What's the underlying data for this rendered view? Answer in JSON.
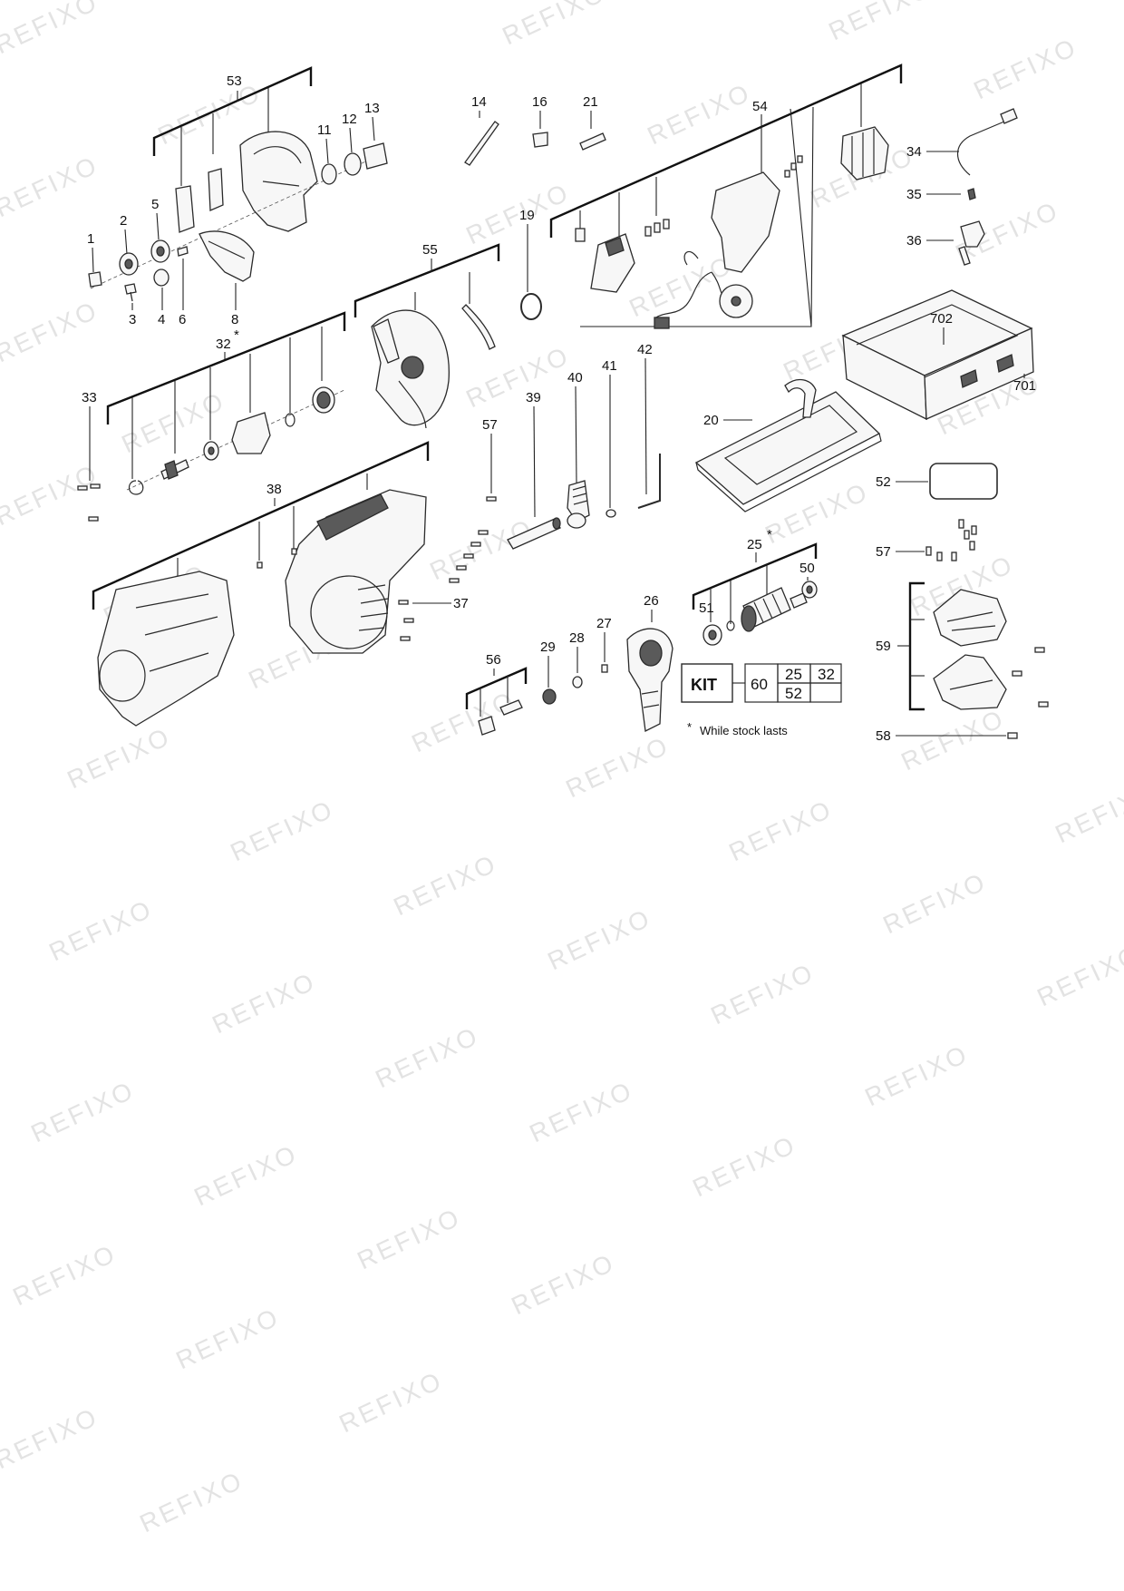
{
  "watermark": "REFIXO",
  "callouts": {
    "c1": "1",
    "c2": "2",
    "c3": "3",
    "c4": "4",
    "c5": "5",
    "c6": "6",
    "c8": "8",
    "c11": "11",
    "c12": "12",
    "c13": "13",
    "c14": "14",
    "c16": "16",
    "c19": "19",
    "c20": "20",
    "c21": "21",
    "c25": "25",
    "c26": "26",
    "c27": "27",
    "c28": "28",
    "c29": "29",
    "c32": "32",
    "c33": "33",
    "c34": "34",
    "c35": "35",
    "c36": "36",
    "c37": "37",
    "c38": "38",
    "c39": "39",
    "c40": "40",
    "c41": "41",
    "c42": "42",
    "c50": "50",
    "c51": "51",
    "c52": "52",
    "c53": "53",
    "c54": "54",
    "c55": "55",
    "c56": "56",
    "c57a": "57",
    "c57b": "57",
    "c58": "58",
    "c59": "59",
    "c701": "701",
    "c702": "702"
  },
  "asterisk": "*",
  "kit": {
    "label": "KIT",
    "main": "60",
    "items": [
      "25",
      "32",
      "52"
    ]
  },
  "footnote": "While stock lasts"
}
